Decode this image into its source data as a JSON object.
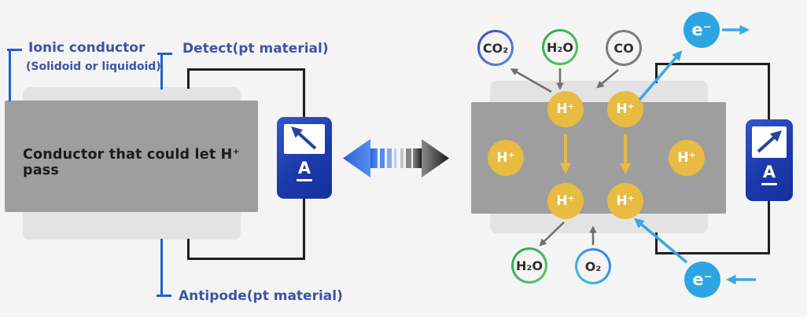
{
  "diagram": {
    "description_colors": {
      "background": "#f4f4f4",
      "conductor_gray": "#9e9e9e",
      "electrode_gray": "#e3e3e3",
      "label_blue": "#3e53a4",
      "bracket_blue": "#1b64cb",
      "wire_black": "#1f1f1f",
      "ammeter_blue": "#1b3aab",
      "ion_yellow": "#e8bb43",
      "electron_blue": "#2ca5e2",
      "arrow_gray": "#6f6f6f",
      "arrow_blue": "#3aa7e3",
      "arrow_yellow": "#e7ba41"
    }
  },
  "left": {
    "ionic_conductor_label": "Ionic conductor",
    "ionic_conductor_sub": "(Solidoid or liquidoid)",
    "detect_label": "Detect(pt material)",
    "antipode_label": "Antipode(pt material)",
    "conductor_body_text": "Conductor that could let H⁺ pass",
    "ammeter_label": "A"
  },
  "right": {
    "molecules_top": {
      "co2": "CO₂",
      "h2o": "H₂O",
      "co": "CO"
    },
    "molecules_bottom": {
      "h2o": "H₂O",
      "o2": "O₂"
    },
    "ion_label": "H⁺",
    "electron_label": "e⁻",
    "ammeter_label": "A"
  }
}
